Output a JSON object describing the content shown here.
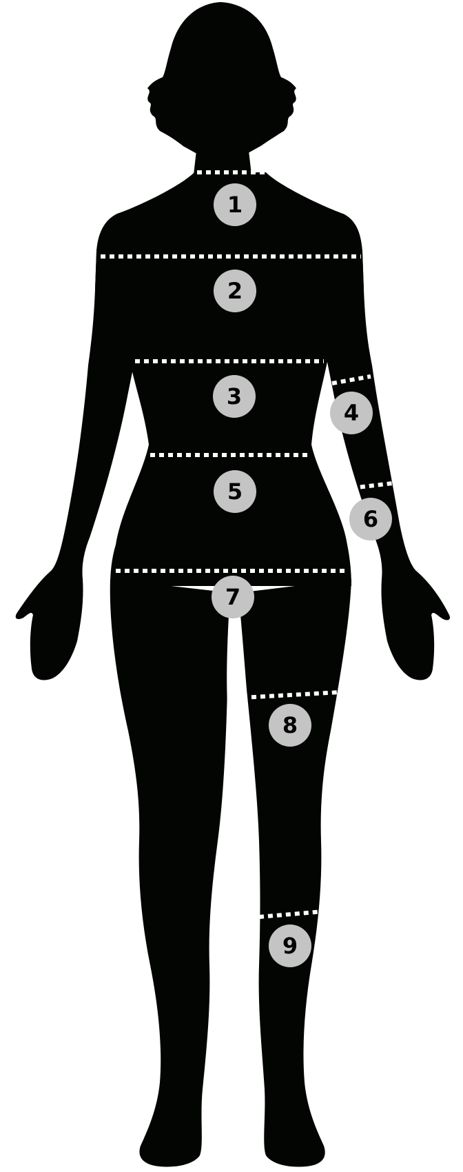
{
  "colors": {
    "silhouette": "#030503",
    "marker_fill": "#c4c4c4",
    "marker_text": "#030503",
    "measure_line": "#ffffff",
    "background": "#ffffff"
  },
  "markers": [
    {
      "label": "1"
    },
    {
      "label": "2"
    },
    {
      "label": "3"
    },
    {
      "label": "4"
    },
    {
      "label": "5"
    },
    {
      "label": "6"
    },
    {
      "label": "7"
    },
    {
      "label": "8"
    },
    {
      "label": "9"
    }
  ]
}
